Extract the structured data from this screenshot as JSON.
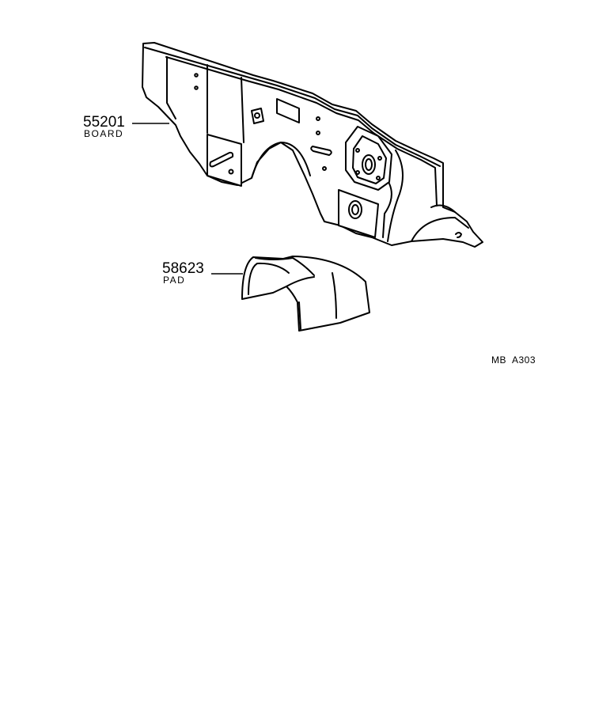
{
  "callouts": [
    {
      "number": "55201",
      "name": "BOARD"
    },
    {
      "number": "58623",
      "name": "PAD"
    }
  ],
  "reference_code": "MB  A303"
}
